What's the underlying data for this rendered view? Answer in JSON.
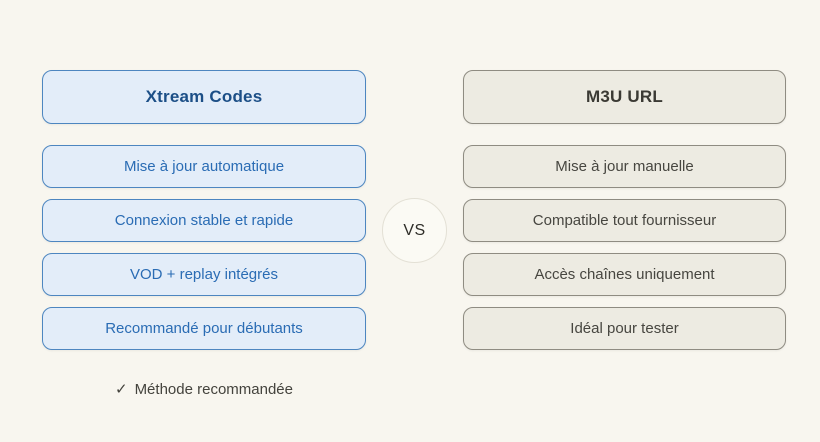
{
  "comparison": {
    "vs_label": "VS",
    "left": {
      "title": "Xtream Codes",
      "items": [
        "Mise à jour automatique",
        "Connexion stable et rapide",
        "VOD + replay intégrés",
        "Recommandé pour débutants"
      ],
      "footnote_check": "✓",
      "footnote": "Méthode recommandée"
    },
    "right": {
      "title": "M3U URL",
      "items": [
        "Mise à jour manuelle",
        "Compatible tout fournisseur",
        "Accès chaînes uniquement",
        "Idéal pour tester"
      ]
    },
    "colors": {
      "background": "#f8f6ef",
      "left_card_bg": "#e3edf9",
      "left_card_border": "#4d86c0",
      "left_title_text": "#1c4f87",
      "left_item_text": "#2a6cb4",
      "right_card_bg": "#edebe2",
      "right_card_border": "#8f8c82",
      "right_title_text": "#3b3a34",
      "right_item_text": "#474640",
      "vs_circle_bg": "#fbfaf4",
      "vs_circle_border": "#e3e0d5",
      "vs_text": "#2e2d28",
      "footnote_text": "#44433d"
    }
  }
}
